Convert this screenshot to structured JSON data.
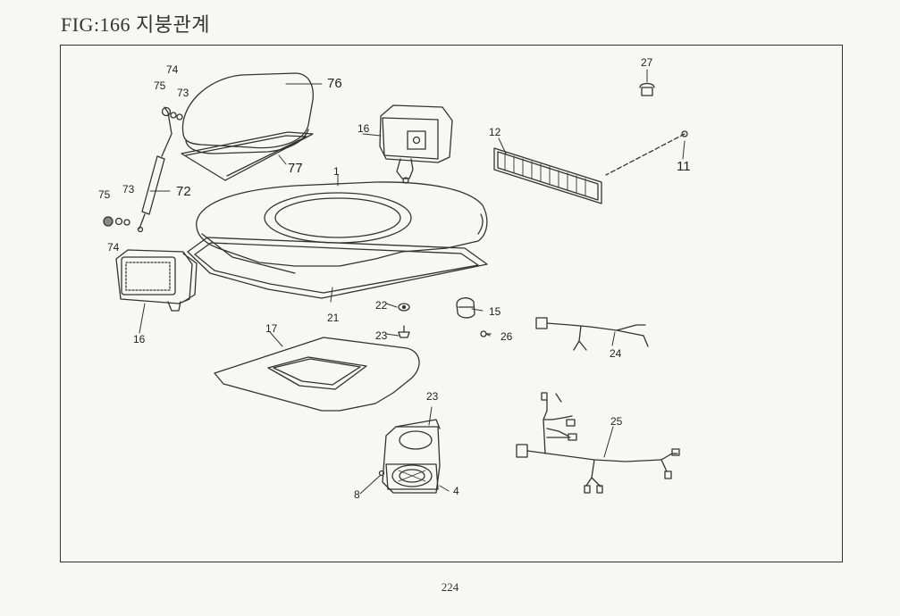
{
  "figure": {
    "title": "FIG:166 지붕관계",
    "page_number": "224"
  },
  "callouts": {
    "c1": "1",
    "c4": "4",
    "c8": "8",
    "c11": "11",
    "c12": "12",
    "c15": "15",
    "c16a": "16",
    "c16b": "16",
    "c17": "17",
    "c21": "21",
    "c22": "22",
    "c23": "23",
    "c23b": "23",
    "c24": "24",
    "c25": "25",
    "c26": "26",
    "c27": "27",
    "c72": "72",
    "c73a": "73",
    "c73b": "73",
    "c74a": "74",
    "c74b": "74",
    "c75a": "75",
    "c75b": "75",
    "c76": "76",
    "c77": "77"
  }
}
